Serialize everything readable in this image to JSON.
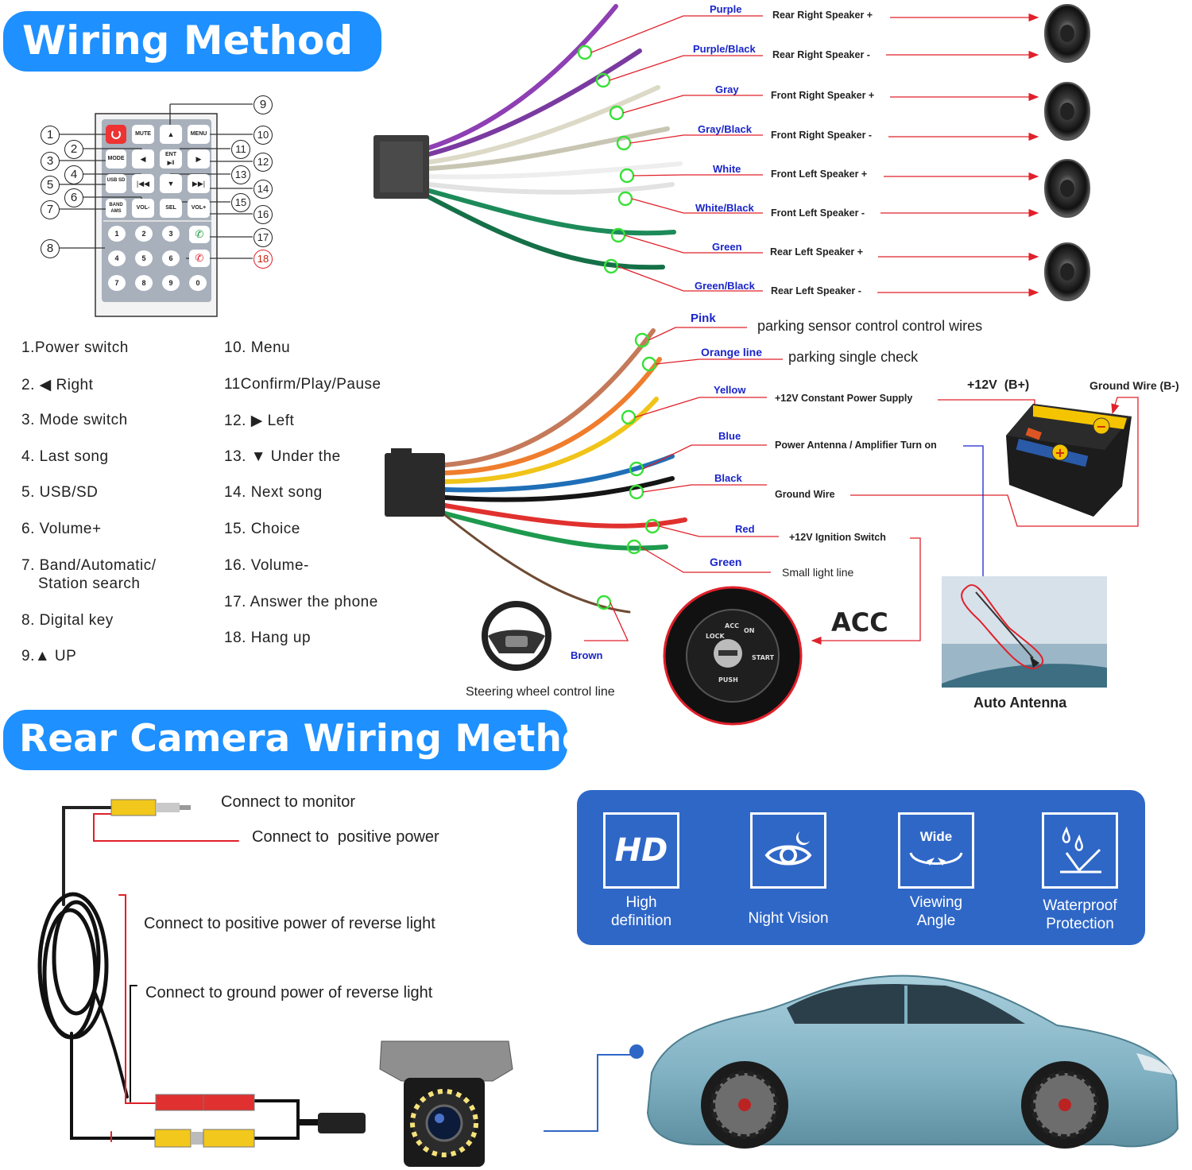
{
  "banners": {
    "wiring": "Wiring Method",
    "camera": "Rear Camera Wiring Method"
  },
  "remote": {
    "buttons": {
      "mute": "MUTE",
      "menu": "MENU",
      "mode": "MODE",
      "ent": "ENT",
      "usb": "USB SD",
      "band": "BAND AMS",
      "vol_minus": "VOL-",
      "sel": "SEL",
      "vol_plus": "VOL+",
      "digits": [
        "1",
        "2",
        "3",
        "4",
        "5",
        "6",
        "7",
        "8",
        "9",
        "0"
      ]
    },
    "callouts": [
      "1",
      "2",
      "3",
      "4",
      "5",
      "6",
      "7",
      "8",
      "9",
      "10",
      "11",
      "12",
      "13",
      "14",
      "15",
      "16",
      "17",
      "18"
    ]
  },
  "legend": {
    "left": [
      "1.Power switch",
      "2. ◀ Right",
      "3. Mode switch",
      "4. Last song",
      "5. USB/SD",
      "6. Volume+",
      "7. Band/Automatic/",
      "Station search",
      "8. Digital key",
      "9.▲ UP"
    ],
    "right": [
      "10. Menu",
      "11Confirm/Play/Pause",
      "12. ▶ Left",
      "13. ▼ Under the",
      "14. Next song",
      "15. Choice",
      "16. Volume-",
      "17. Answer the phone",
      "18. Hang up"
    ]
  },
  "speaker_wires": [
    {
      "color": "Purple",
      "func": "Rear Right Speaker +",
      "hex": "#8e3fb3"
    },
    {
      "color": "Purple/Black",
      "func": "Rear Right Speaker -",
      "hex": "#7a3aa0"
    },
    {
      "color": "Gray",
      "func": "Front Right Speaker +",
      "hex": "#d8d6c8"
    },
    {
      "color": "Gray/Black",
      "func": "Front Right Speaker -",
      "hex": "#c6c4b6"
    },
    {
      "color": "White",
      "func": "Front Left Speaker +",
      "hex": "#f2f2f2"
    },
    {
      "color": "White/Black",
      "func": "Front Left Speaker -",
      "hex": "#e6e6e6"
    },
    {
      "color": "Green",
      "func": "Rear Left Speaker +",
      "hex": "#1d8a5a"
    },
    {
      "color": "Green/Black",
      "func": "Rear Left Speaker -",
      "hex": "#157048"
    }
  ],
  "power_wires": {
    "pink": {
      "color": "Pink",
      "func": "parking sensor control control wires"
    },
    "orange": {
      "color": "Orange line",
      "func": "parking single check"
    },
    "yellow": {
      "color": "Yellow",
      "func": "+12V Constant Power Supply"
    },
    "blue": {
      "color": "Blue",
      "func": "Power Antenna / Amplifier Turn on"
    },
    "black": {
      "color": "Black",
      "func": "Ground Wire"
    },
    "red": {
      "color": "Red",
      "func": "+12V  Ignition Switch"
    },
    "green": {
      "color": "Green",
      "func": "Small light line"
    },
    "brown": {
      "color": "Brown",
      "func": "Steering wheel control line"
    }
  },
  "battery": {
    "positive": "+12V  (B+)",
    "ground": "Ground Wire (B-)"
  },
  "acc": "ACC",
  "ignition_labels": [
    "LOCK",
    "ACC",
    "ON",
    "START",
    "PUSH"
  ],
  "auto_antenna": "Auto Antenna",
  "camera": {
    "monitor": "Connect to monitor",
    "positive": "Connect to  positive power",
    "reverse_pos": "Connect to positive power of reverse light",
    "reverse_gnd": "Connect to ground power of reverse light"
  },
  "features": [
    {
      "icon": "hd-icon",
      "badge": "HD",
      "label": "High\ndefinition"
    },
    {
      "icon": "night-vision-icon",
      "badge": "",
      "label": "Night Vision"
    },
    {
      "icon": "wide-angle-icon",
      "badge": "Wide",
      "label": "Viewing\nAngle"
    },
    {
      "icon": "waterproof-icon",
      "badge": "",
      "label": "Waterproof\nProtection"
    }
  ],
  "colors": {
    "banner": "#1e90ff",
    "feature_panel": "#2f67c7",
    "arrow_red": "#e0202a",
    "label_blue": "#1a25c9"
  }
}
